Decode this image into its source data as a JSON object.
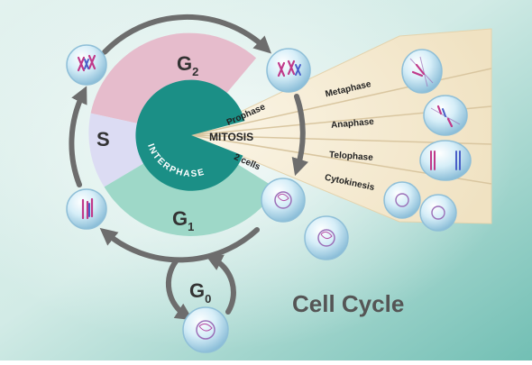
{
  "colors": {
    "background_light": "#e7f4f1",
    "background_dark": "#7fc4ba",
    "g2": "#e6bccc",
    "s": "#dcdcf3",
    "g1": "#9ed8c8",
    "interphase": "#1b8f86",
    "mitosis_fan": "#f8eed8",
    "arrow": "#6d6d6d",
    "text_dark": "#333333",
    "title": "#555555"
  },
  "phases": {
    "g2": {
      "letter": "G",
      "sub": "2"
    },
    "s": {
      "label": "S"
    },
    "g1": {
      "letter": "G",
      "sub": "1"
    },
    "g0": {
      "letter": "G",
      "sub": "0"
    }
  },
  "interphase_label": "INTERPHASE",
  "mitosis": {
    "label": "MITOSIS",
    "stages": [
      "Prophase",
      "Metaphase",
      "Anaphase",
      "Telophase",
      "Cytokinesis"
    ],
    "two_cells": "2 cells"
  },
  "title": "Cell Cycle"
}
